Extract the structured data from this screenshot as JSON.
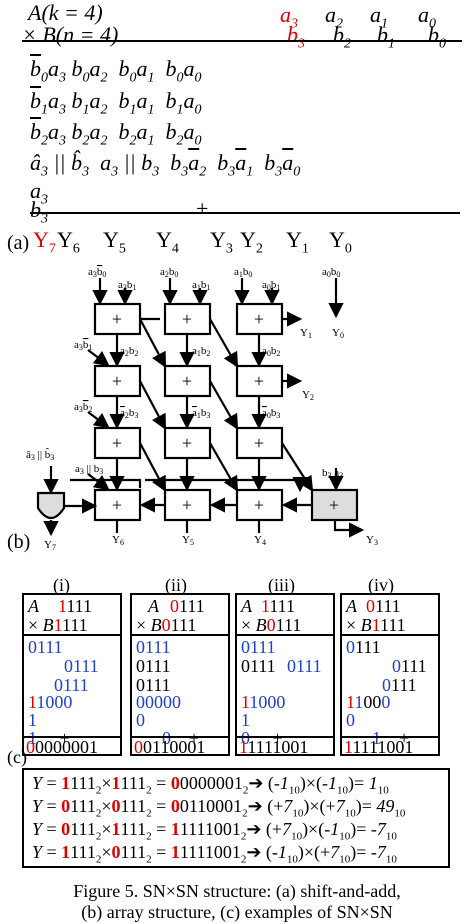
{
  "part_a": {
    "row_a": "A(k = 4)",
    "row_b": "× B(n = 4)",
    "a3": "a3",
    "a2": "a2",
    "a1": "a1",
    "a0": "a0",
    "b3": "b3",
    "b2": "b2",
    "b1": "b1",
    "b0": "b0",
    "pp0": "b̄0a3 b0a2 b0a1 b0a0",
    "pp1": "b̄1a3 b1a2 b1a1 b1a0",
    "pp2": "b̄2a3 b2a2 b2a1 b2a0",
    "pp3": "â3 || b̂3 a3 || b3 b3ā2 b3ā1 b3ā0",
    "row_a3": "a3",
    "row_b3": "b3",
    "plus": "+",
    "label": "(a)",
    "y7": "Y7",
    "outputs": [
      "Y6",
      "Y5",
      "Y4",
      "Y3",
      "Y2",
      "Y1",
      "Y0"
    ]
  },
  "part_b": {
    "label": "(b)",
    "outputs": [
      "Y7",
      "Y6",
      "Y5",
      "Y4",
      "Y3",
      "Y2",
      "Y1",
      "Y0"
    ],
    "cell_symbol": "+"
  },
  "part_c": {
    "label": "(c)",
    "examples": [
      {
        "title": "(i)",
        "a_bit": "1",
        "a_rest": "111",
        "b_bit": "1",
        "b_rest": "111",
        "result_sign": "0",
        "result_rest": "0000001"
      },
      {
        "title": "(ii)",
        "a_bit": "0",
        "a_rest": "111",
        "b_bit": "0",
        "b_rest": "111",
        "result_sign": "0",
        "result_rest": "0110001"
      },
      {
        "title": "(iii)",
        "a_bit": "1",
        "a_rest": "111",
        "b_bit": "0",
        "b_rest": "111",
        "result_sign": "1",
        "result_rest": "1111001"
      },
      {
        "title": "(iv)",
        "a_bit": "0",
        "a_rest": "111",
        "b_bit": "1",
        "b_rest": "111",
        "result_sign": "1",
        "result_rest": "1111001"
      }
    ]
  },
  "equations": [
    {
      "lhs": "Y = ",
      "x_sign": "1",
      "x_rest": "111",
      "y_sign": "1",
      "y_rest": "111",
      "r_sign": "0",
      "r_rest": "0000001",
      "dec": "(-1",
      "dec2": ")×(-1",
      "res": ")= 1"
    },
    {
      "lhs": "Y = ",
      "x_sign": "0",
      "x_rest": "111",
      "y_sign": "0",
      "y_rest": "111",
      "r_sign": "0",
      "r_rest": "0110001",
      "dec": "(+7",
      "dec2": ")×(+7",
      "res": ")= 49"
    },
    {
      "lhs": "Y = ",
      "x_sign": "0",
      "x_rest": "111",
      "y_sign": "1",
      "y_rest": "111",
      "r_sign": "1",
      "r_rest": "1111001",
      "dec": "(+7",
      "dec2": ")×(-1",
      "res": ")= -7"
    },
    {
      "lhs": "Y = ",
      "x_sign": "1",
      "x_rest": "111",
      "y_sign": "0",
      "y_rest": "111",
      "r_sign": "1",
      "r_rest": "1111001",
      "dec": "(-1",
      "dec2": ")×(+7",
      "res": ")= -7"
    }
  ],
  "caption": {
    "line1": "Figure 5. SN×SN structure: (a) shift-and-add,",
    "line2": "(b) array structure, (c) examples of SN×SN"
  }
}
